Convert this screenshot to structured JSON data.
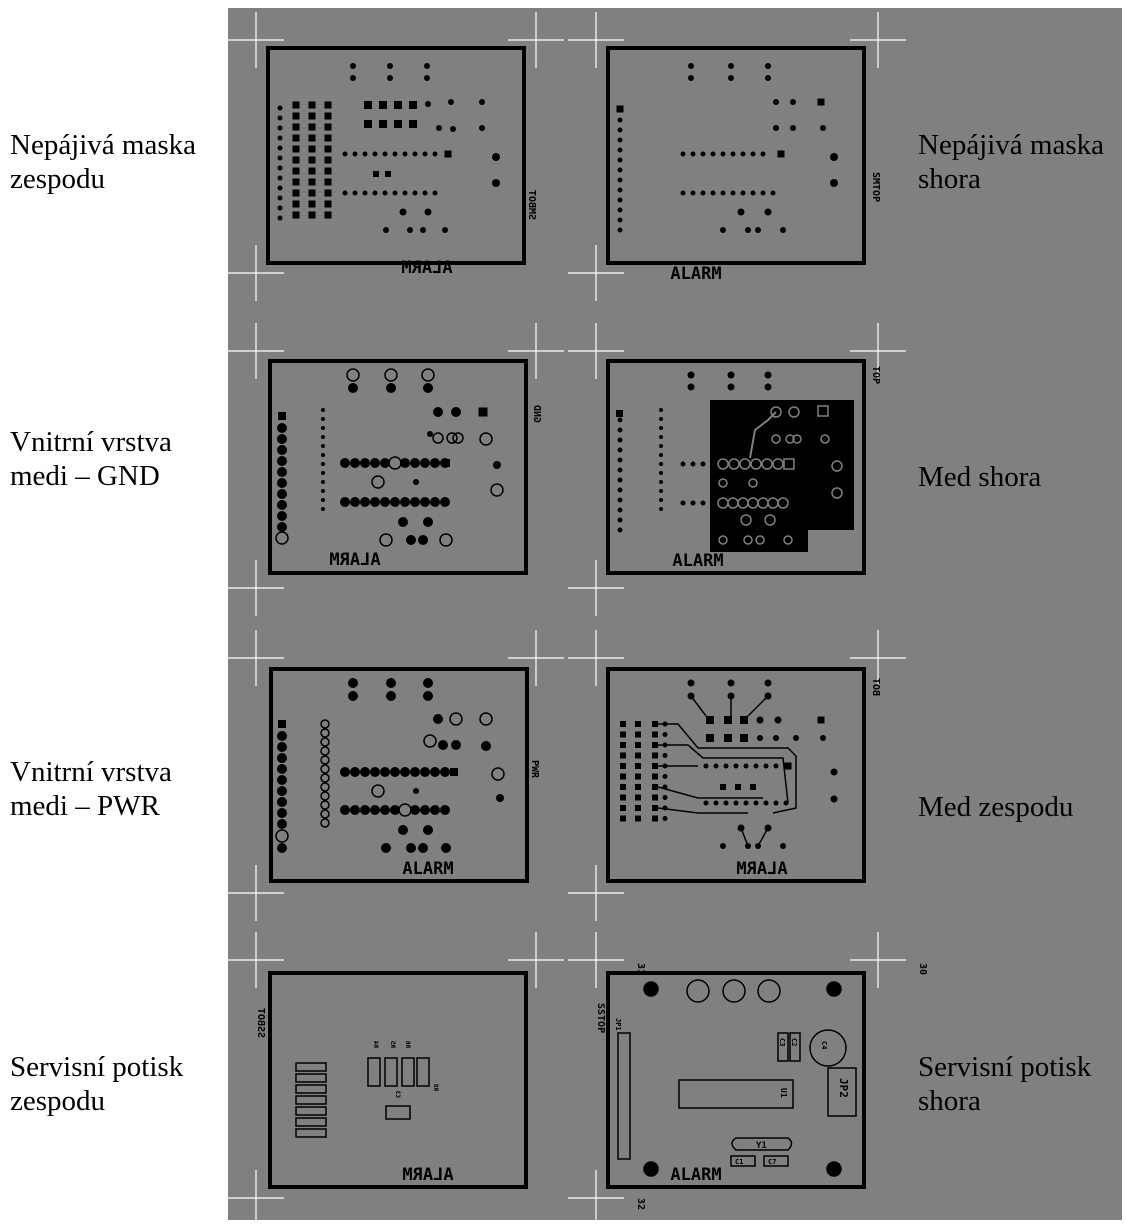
{
  "colors": {
    "sheet": "#808080",
    "ink": "#000000",
    "paper": "#ffffff"
  },
  "labels": {
    "left": [
      "Nepájivá maska\nzespodu",
      "Vnitrní vrstva\nmedi – GND",
      "Vnitrní vrstva\nmedi – PWR",
      "Servisní potisk\nzespodu"
    ],
    "right": [
      "Nepájivá maska\nshora",
      "Med shora",
      "Med zespodu",
      "Servisní potisk\nshora"
    ]
  },
  "board_text": {
    "alarm": "ALARM",
    "mask_bottom_tag": "SMBOT",
    "mask_top_tag": "SMTOP",
    "gnd_tag": "GND",
    "top_tag": "TOP",
    "pwr_tag": "PWR",
    "bot_tag": "BOT",
    "silk_bottom_tag": "SSBOT",
    "silk_top_tag": "SSTOP",
    "n31": "31",
    "n30": "30",
    "n32": "32",
    "jp1": "JP1",
    "jp2": "JP2",
    "u1": "U1",
    "y1": "Y1",
    "c1": "C1",
    "c2": "C2",
    "c7": "C7",
    "c4": "C4",
    "c3": "C3",
    "r4": "R4",
    "r5": "R5",
    "r6": "R6",
    "r8": "R8"
  }
}
